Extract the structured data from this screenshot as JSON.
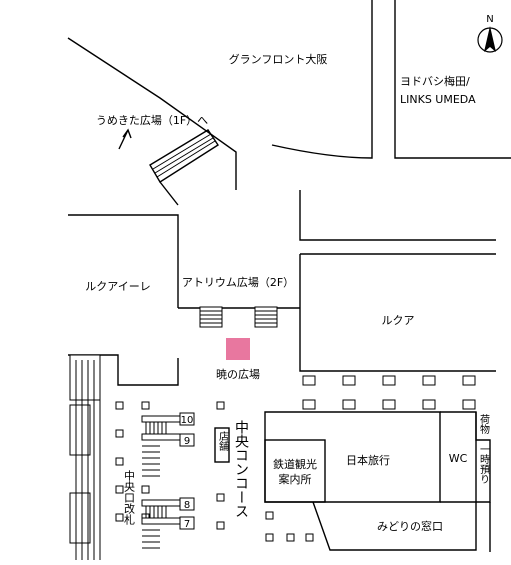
{
  "compass": {
    "label": "N"
  },
  "areas": {
    "grand_front": "グランフロント大阪",
    "yodobashi_line1": "ヨドバシ梅田/",
    "yodobashi_line2": "LINKS UMEDA",
    "umekita": "うめきた広場（1F）へ",
    "lucua1100": "ルクアイーレ",
    "atrium": "アトリウム広場（2F）",
    "lucua": "ルクア",
    "akatsuki": "暁の広場",
    "central_concourse": "中央コンコース",
    "shop": "店舗",
    "tourist_info_line1": "鉄道観光",
    "tourist_info_line2": "案内所",
    "nippon_travel": "日本旅行",
    "wc": "WC",
    "luggage_line1": "荷物",
    "luggage_line2": "一時預り",
    "midori": "みどりの窓口",
    "central_gate": "中央口改札"
  },
  "platforms": [
    "10",
    "9",
    "8",
    "7"
  ],
  "colors": {
    "plaza": "#e8779f"
  }
}
